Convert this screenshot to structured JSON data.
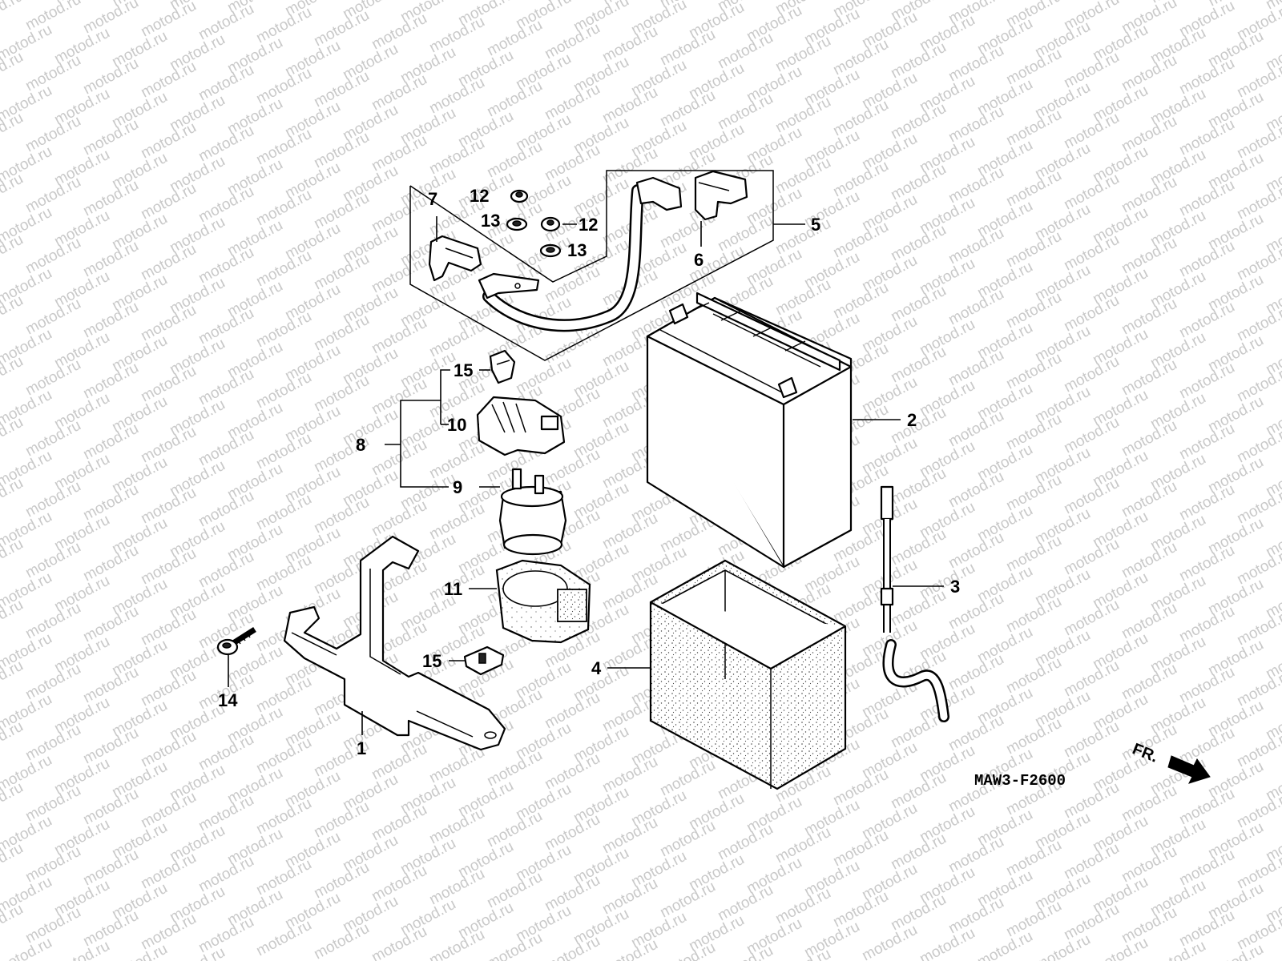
{
  "watermark": {
    "text": "motod.ru"
  },
  "diagram_code": "MAW3-F2600",
  "front_indicator": "FR.",
  "callouts": {
    "c1": "1",
    "c2": "2",
    "c3": "3",
    "c4": "4",
    "c5": "5",
    "c6": "6",
    "c7": "7",
    "c8": "8",
    "c9": "9",
    "c10": "10",
    "c11": "11",
    "c12a": "12",
    "c12b": "12",
    "c13a": "13",
    "c13b": "13",
    "c14": "14",
    "c15a": "15",
    "c15b": "15"
  }
}
